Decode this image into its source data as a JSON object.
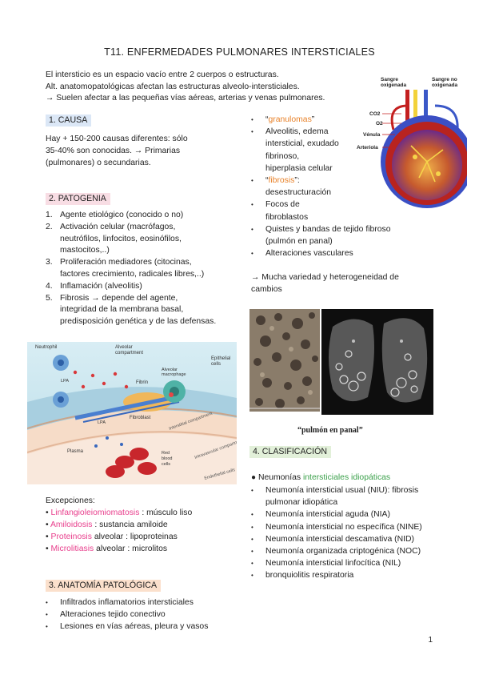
{
  "title": "T11. ENFERMEDADES PULMONARES INTERSTICIALES",
  "intro": {
    "line1": "El intersticio es un espacio vacío entre 2 cuerpos o estructuras.",
    "line2": "Alt. anatomopatológicas afectan las estructuras alveolo-intersticiales.",
    "line3": "→  Suelen afectar a las pequeñas vías aéreas, arterias y venas pulmonares."
  },
  "causa": {
    "heading": "1. CAUSA",
    "lines": [
      "Hay + 150-200 causas diferentes: sólo",
      "35-40% son conocidas. → Primarias",
      "(pulmonares) o secundarias."
    ]
  },
  "patogenia": {
    "heading": "2. PATOGENIA",
    "items": [
      {
        "num": "1.",
        "lines": [
          "Agente etiológico (conocido o no)"
        ]
      },
      {
        "num": "2.",
        "lines": [
          "Activación celular (macrófagos,",
          "neutrófilos, linfocitos, eosinófilos,",
          "mastocitos,..)"
        ]
      },
      {
        "num": "3.",
        "lines": [
          "Proliferación mediadores (citocinas,",
          "factores crecimiento, radicales libres,..)"
        ]
      },
      {
        "num": "4.",
        "lines": [
          "Inflamación (alveolitis)"
        ]
      },
      {
        "num": "5.",
        "lines": [
          "Fibrosis → depende del agente,",
          "integridad de la membrana basal,",
          "predisposición genética y de las defensas."
        ]
      }
    ]
  },
  "mechanisms": {
    "b1_pre": "“",
    "b1_hl": "granulomas",
    "b1_post": "”",
    "b2": [
      "Alveolitis, edema",
      "intersticial, exudado",
      "fibrinoso,",
      "hiperplasia celular"
    ],
    "b3_pre": "“",
    "b3_hl": "fibrosis",
    "b3_post": "”:",
    "b3_sub": "desestructuración",
    "b4": [
      "Focos de",
      "fibroblastos"
    ],
    "b5": [
      "Quistes y bandas de tejido fibroso",
      "(pulmón en panal)"
    ],
    "b6": [
      "Alteraciones vasculares"
    ],
    "note": [
      "→ Mucha variedad y heterogeneidad de",
      "cambios"
    ]
  },
  "alveolus_diagram": {
    "label_sangre_oxi": [
      "Sangre",
      "oxigenada"
    ],
    "label_sangre_noxi": [
      "Sangre no",
      "oxigenada"
    ],
    "label_co2": "CO2",
    "label_o2": "O2",
    "label_venula": "Vénula",
    "label_arteriola": "Arteriola"
  },
  "cell_diagram": {
    "neutrophil": "Neutrophil",
    "alveolar_compartment": [
      "Alveolar",
      "compartment"
    ],
    "epithelial": [
      "Epithelial",
      "cells"
    ],
    "alveolar_macrophage": [
      "Alveolar",
      "macrophage"
    ],
    "fibrin": "Fibrin",
    "lpa1": "LPA",
    "lpa2": "LPA",
    "fibroblast": "Fibroblast",
    "interstitial": "Interstitial compartment",
    "intravascular": "Intravascular compartment",
    "endothelial": "Endothelial cells",
    "plasma": "Plasma",
    "red_blood": [
      "Red",
      "blood",
      "cells"
    ]
  },
  "photo_caption": "“pulmón en panal”",
  "excepciones": {
    "heading": "Excepciones:",
    "items": [
      {
        "hl": "Linfangioleiomiomatosis",
        "rest": " : músculo liso"
      },
      {
        "hl": "Amiloidosis",
        "rest": " : sustancia amiloide"
      },
      {
        "hl": "Proteinosis",
        "rest": " alveolar : lipoproteinas"
      },
      {
        "hl": "Microlitiasis",
        "rest": " alveolar : microlitos"
      }
    ]
  },
  "anatomia": {
    "heading": "3. ANATOMÍA PATOLÓGICA",
    "items": [
      "Infiltrados inflamatorios intersticiales",
      "Alteraciones tejido conectivo",
      "Lesiones en vías aéreas, pleura y vasos"
    ]
  },
  "clasificacion": {
    "heading": "4. CLASIFICACIÓN",
    "top_pre": "Neumonías ",
    "top_hl": "intersticiales idiopáticas",
    "items": [
      [
        "Neumonía intersticial usual (NIU): fibrosis",
        "pulmonar idiopática"
      ],
      [
        "Neumonía intersticial aguda (NIA)"
      ],
      [
        "Neumonía intersticial no específica (NINE)"
      ],
      [
        "Neumonía intersticial descamativa (NID)"
      ],
      [
        "Neumonía organizada criptogénica (NOC)"
      ],
      [
        "Neumonía intersticial linfocítica (NIL)"
      ],
      [
        "bronquiolitis respiratoria"
      ]
    ]
  },
  "page_number": "1",
  "colors": {
    "orange": "#e8822a",
    "pink": "#e83e8c",
    "green": "#3aa04a"
  }
}
